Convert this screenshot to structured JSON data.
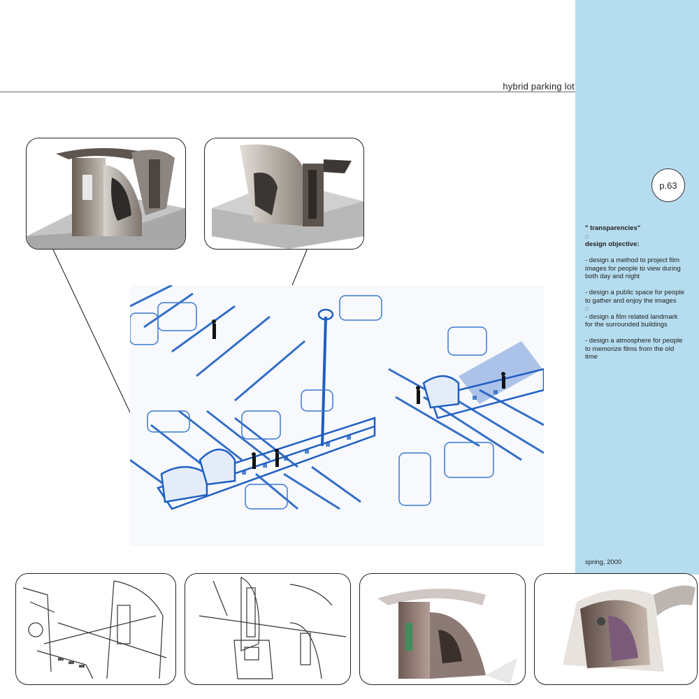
{
  "header": {
    "title": "hybrid parking lot"
  },
  "sidebar": {
    "page_label": "p.63",
    "heading": "\" transparencies\"",
    "objective_title": "design objective:",
    "bullets": [
      "- design a method to project film images for people to view during both day and night",
      "- design a public space for people to gather and enjoy the images",
      "- design a film related landmark for the surrounded buildings",
      "- design a atmosphere for people to memorize films from the old time"
    ],
    "season": "spring, 2000"
  },
  "colors": {
    "sidebar_bg": "#b5dcef",
    "sketch_blue": "#1f5fc2",
    "rule": "#6a6a6a"
  },
  "images": {
    "model_views": [
      "kiosk-model-front",
      "kiosk-model-rear"
    ],
    "main_sketch": "parking-lot-perspective-sketch",
    "bottom_panels": [
      "pencil-sketch-1",
      "pencil-sketch-2",
      "rendered-kiosk-1",
      "rendered-kiosk-2"
    ]
  }
}
